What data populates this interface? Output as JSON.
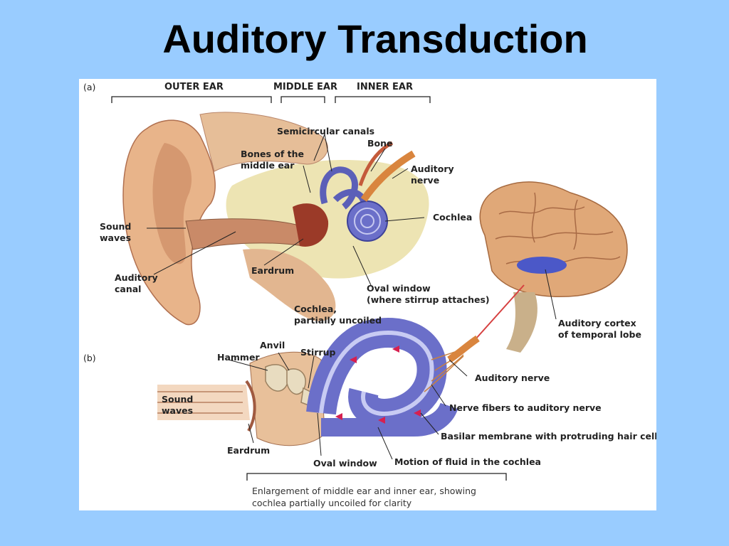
{
  "slide": {
    "title": "Auditory Transduction"
  },
  "figure_a": {
    "panel_label": "(a)",
    "sections": [
      "OUTER EAR",
      "MIDDLE EAR",
      "INNER EAR"
    ],
    "labels": {
      "semicircular_canals": "Semicircular canals",
      "bone": "Bone",
      "bones_middle_ear_1": "Bones of the",
      "bones_middle_ear_2": "middle ear",
      "auditory_nerve_1": "Auditory",
      "auditory_nerve_2": "nerve",
      "cochlea": "Cochlea",
      "sound_waves_1": "Sound",
      "sound_waves_2": "waves",
      "auditory_canal_1": "Auditory",
      "auditory_canal_2": "canal",
      "eardrum": "Eardrum",
      "oval_window_1": "Oval window",
      "oval_window_2": "(where stirrup attaches)",
      "auditory_cortex_1": "Auditory cortex",
      "auditory_cortex_2": "of temporal lobe"
    }
  },
  "figure_b": {
    "panel_label": "(b)",
    "labels": {
      "cochlea_uncoiled_1": "Cochlea,",
      "cochlea_uncoiled_2": "partially uncoiled",
      "anvil": "Anvil",
      "hammer": "Hammer",
      "stirrup": "Stirrup",
      "auditory_nerve": "Auditory nerve",
      "nerve_fibers": "Nerve fibers to auditory nerve",
      "basilar_membrane": "Basilar membrane with protruding hair cells",
      "sound_waves_1": "Sound",
      "sound_waves_2": "waves",
      "eardrum": "Eardrum",
      "oval_window": "Oval window",
      "fluid_motion": "Motion of fluid in the cochlea"
    },
    "caption_1": "Enlargement of middle ear and inner ear, showing",
    "caption_2": "cochlea partially uncoiled for clarity"
  },
  "colors": {
    "background": "#99ccff",
    "figure_bg": "#ffffff",
    "skin": "#e8b48a",
    "cochlea": "#6b6fc9",
    "brain": "#e0a878",
    "bone": "#eadfa6"
  }
}
